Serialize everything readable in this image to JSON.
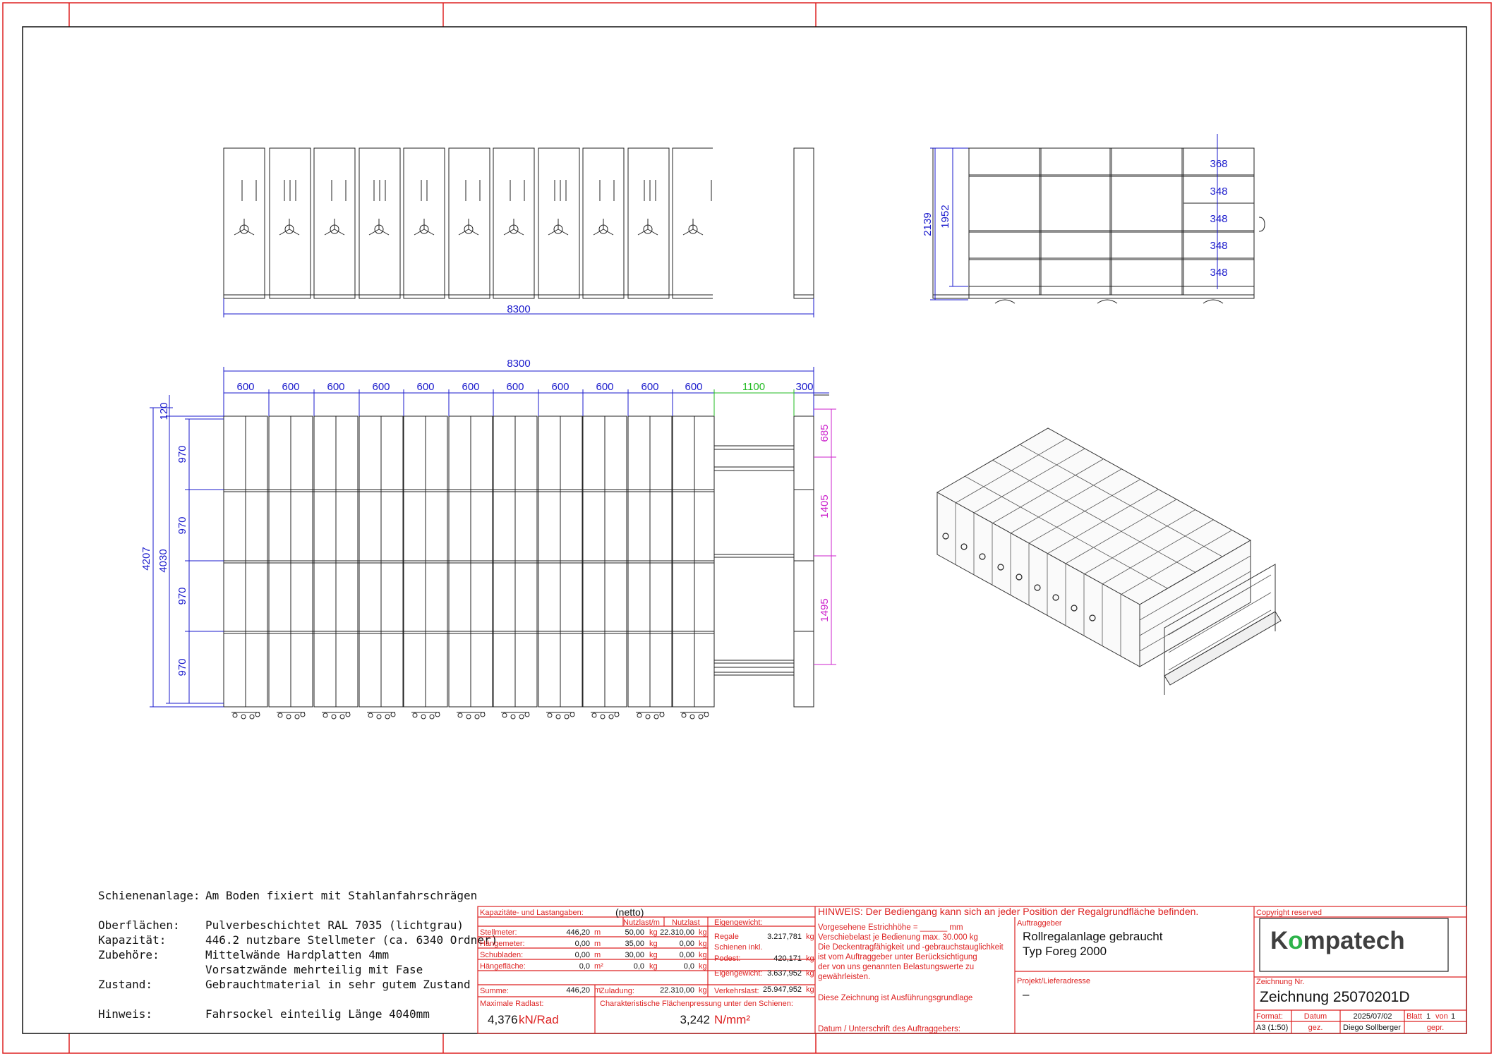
{
  "front_view": {
    "dim_total": "8300"
  },
  "side_view": {
    "dim_height_outer": "2139",
    "dim_height_inner": "1952",
    "shelf_dims": [
      "368",
      "348",
      "348",
      "348",
      "348"
    ]
  },
  "plan_view": {
    "dim_total": "8300",
    "bay_widths": [
      "600",
      "600",
      "600",
      "600",
      "600",
      "600",
      "600",
      "600",
      "600",
      "600",
      "600"
    ],
    "gap_width": "1100",
    "end_width": "300",
    "left_dims": [
      "970",
      "970",
      "970",
      "970"
    ],
    "left_total_outer": "4207",
    "left_total_inner": "4030",
    "left_top": "120",
    "right_dims": [
      "685",
      "1405",
      "1495"
    ]
  },
  "specs": [
    {
      "label": "Schienenanlage:",
      "value": "Am Boden fixiert mit Stahlanfahrschrägen"
    },
    {
      "label": "Oberflächen:",
      "value": "Pulverbeschichtet RAL 7035 (lichtgrau)"
    },
    {
      "label": "Kapazität:",
      "value": "446.2 nutzbare Stellmeter (ca. 6340 Ordner)"
    },
    {
      "label": "Zubehöre:",
      "value": "Mittelwände Hardplatten 4mm"
    },
    {
      "label": "",
      "value": "Vorsatzwände mehrteilig mit Fase"
    },
    {
      "label": "Zustand:",
      "value": "Gebrauchtmaterial in sehr gutem Zustand"
    },
    {
      "label": "Hinweis:",
      "value": "Fahrsockel einteilig Länge 4040mm"
    }
  ],
  "title_block": {
    "cap_header": "Kapazitäte- und Lastangaben:",
    "cap_netto": "(netto)",
    "col_nutzlast_m": "Nutzlast/m",
    "col_nutzlast": "Nutzlast",
    "col_eigengewicht": "Eigengewicht:",
    "rows": [
      {
        "label": "Stellmeter:",
        "v1": "446,20",
        "u1": "m",
        "v2": "50,00",
        "u2": "kg",
        "v3": "22.310,00",
        "u3": "kg"
      },
      {
        "label": "Hängemeter:",
        "v1": "0,00",
        "u1": "m",
        "v2": "35,00",
        "u2": "kg",
        "v3": "0,00",
        "u3": "kg"
      },
      {
        "label": "Schubladen:",
        "v1": "0,00",
        "u1": "m",
        "v2": "30,00",
        "u2": "kg",
        "v3": "0,00",
        "u3": "kg"
      },
      {
        "label": "Hängefläche:",
        "v1": "0,0",
        "u1": "m²",
        "v2": "0,0",
        "u2": "kg",
        "v3": "0,0",
        "u3": "kg"
      }
    ],
    "eigen_rows": [
      {
        "label": "Regale",
        "value": "3.217,781",
        "unit": "kg"
      },
      {
        "label": "Schienen inkl.",
        "value": "",
        "unit": ""
      },
      {
        "label": "Podest:",
        "value": "420,171",
        "unit": "kg"
      },
      {
        "label": "Eigengewicht:",
        "value": "3.637,952",
        "unit": "kg"
      }
    ],
    "summe_label": "Summe:",
    "summe_value": "446,20",
    "summe_unit": "m",
    "zuladung_label": "Zuladung:",
    "zuladung_value": "22.310,00",
    "zuladung_unit": "kg",
    "verkehr_label": "Verkehrslast:",
    "verkehr_value": "25.947,952",
    "verkehr_unit": "kg",
    "radlast_label": "Maximale Radlast:",
    "radlast_value": "4,376",
    "radlast_unit": "kN/Rad",
    "flaechen_label": "Charakteristische Flächenpressung unter den Schienen:",
    "flaechen_value": "3,242",
    "flaechen_unit": "N/mm²",
    "hinweis_header": "HINWEIS: Der Bediengang kann sich an jeder Position der Regalgrundfläche befinden.",
    "hinweis_lines": [
      "Vorgesehene Estrichhöhe = ______ mm",
      "Verschiebelast je Bedienung max. 30.000 kg",
      "Die Deckentragfähigkeit und -gebrauchstauglichkeit",
      "ist vom Auftraggeber unter Berücksichtigung",
      "der von uns genannten Belastungswerte zu",
      "gewährleisten."
    ],
    "hinweis_grundlage": "Diese Zeichnung ist Ausführungsgrundlage",
    "hinweis_datum": "Datum / Unterschrift des Auftraggebers:",
    "auftraggeber_label": "Auftraggeber",
    "auftraggeber_line1": "Rollregalanlage gebraucht",
    "auftraggeber_line2": "Typ Foreg 2000",
    "projekt_label": "Projekt/Lieferadresse",
    "projekt_value": "–",
    "copyright": "Copyright reserved",
    "logo_pre": "K",
    "logo_o": "o",
    "logo_post": "mpatech",
    "zeichnung_label": "Zeichnung Nr.",
    "zeichnung_value": "Zeichnung 25070201D",
    "format_label": "Format:",
    "format_value": "A3 (1:50)",
    "datum_label": "Datum",
    "datum_value": "2025/07/02",
    "gez_label": "gez.",
    "gez_value": "Diego Sollberger",
    "blatt_label": "Blatt",
    "blatt_value": "1",
    "von_label": "von",
    "von_value": "1",
    "gepr_label": "gepr."
  }
}
